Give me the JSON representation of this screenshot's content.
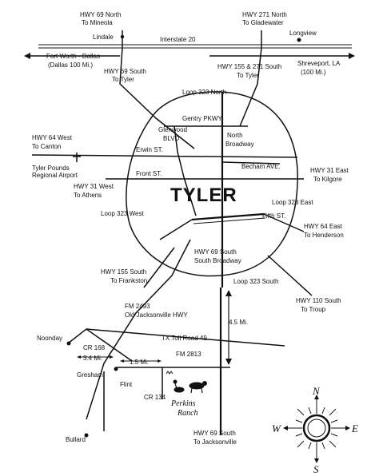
{
  "city": "TYLER",
  "labels": {
    "hwy69_north": [
      "HWY 69 North",
      "To Mineola"
    ],
    "hwy271_north": [
      "HWY 271 North",
      "To Gladewater"
    ],
    "lindale": "Lindale",
    "interstate20": "Interstate 20",
    "longview": "Longview",
    "fort_worth": [
      "Fort Worth - Dallas",
      "(Dallas 100 Mi.)"
    ],
    "shreveport": [
      "Shreveport, LA",
      "(100 Mi.)"
    ],
    "hwy69_south_top": [
      "HWY 69 South",
      "To Tyler"
    ],
    "hwy155_271": [
      "HWY 155 & 271 South",
      "To Tyler"
    ],
    "loop323_north": "Loop 323 North",
    "gentry": "Gentry PKWY",
    "glenwood": [
      "Glenwood",
      "BLVD"
    ],
    "north_broadway": [
      "North",
      "Broadway"
    ],
    "hwy64_west": [
      "HWY 64 West",
      "To Canton"
    ],
    "erwin": "Erwin ST.",
    "airport": [
      "Tyler Pounds",
      "Regional Airport"
    ],
    "becham": "Becham AVE.",
    "front": "Front ST.",
    "hwy31_east": [
      "HWY 31 East",
      "To Kilgore"
    ],
    "hwy31_west": [
      "HWY 31 West",
      "To Athens"
    ],
    "loop323_east": "Loop 323 East",
    "loop323_west": "Loop 323 West",
    "fifth": "Fifth ST.",
    "hwy64_east": [
      "HWY 64 East",
      "To Henderson"
    ],
    "hwy69_south_broadway": [
      "HWY 69 South",
      "South Broadway"
    ],
    "hwy155_south": [
      "HWY 155 South",
      "To Frankston"
    ],
    "loop323_south": "Loop 323 South",
    "hwy110": [
      "HWY 110 South",
      "To Troup"
    ],
    "fm2493": [
      "FM 2493",
      "Old Jacksonville HWY"
    ],
    "dist_45": "4.5 Mi.",
    "noonday": "Noonday",
    "toll49": "TX Toll Road 49",
    "cr168": "CR 168",
    "dist_34": "3.4 Mi.",
    "fm2813": "FM 2813",
    "dist_15": "1.5 Mi.",
    "gresham": "Gresham",
    "flint": "Flint",
    "cr134": "CR 134",
    "perkins": [
      "Perkins",
      "Ranch"
    ],
    "hwy69_south_bottom": [
      "HWY 69 South",
      "To Jacksonville"
    ],
    "bullard": "Bullard"
  },
  "compass": {
    "n": "N",
    "s": "S",
    "e": "E",
    "w": "W"
  }
}
